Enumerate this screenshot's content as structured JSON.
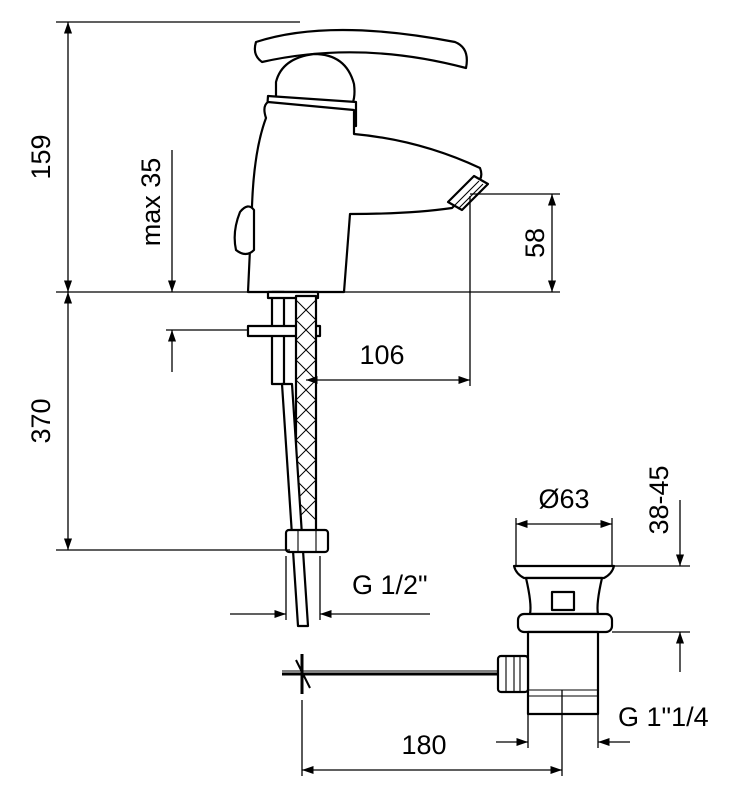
{
  "dimensions": {
    "spout_height": "159",
    "max_deck": "max 35",
    "aerator_height": "58",
    "spout_reach": "106",
    "hose_length": "370",
    "hose_thread": "G 1/2\"",
    "waste_diameter": "Ø63",
    "waste_range": "38-45",
    "rod_length": "180",
    "waste_thread": "G 1\"1/4"
  }
}
